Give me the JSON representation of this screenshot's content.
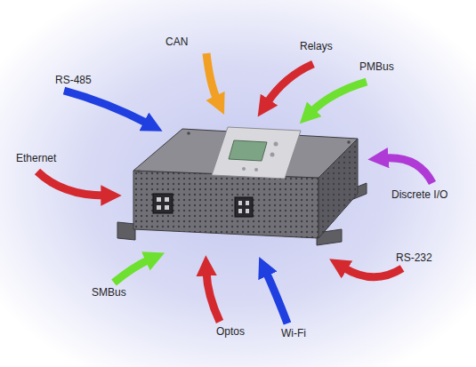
{
  "diagram": {
    "labels": [
      "CAN",
      "Relays",
      "PMBus",
      "RS-485",
      "Ethernet",
      "Discrete I/O",
      "RS-232",
      "SMBus",
      "Optos",
      "Wi-Fi"
    ]
  }
}
